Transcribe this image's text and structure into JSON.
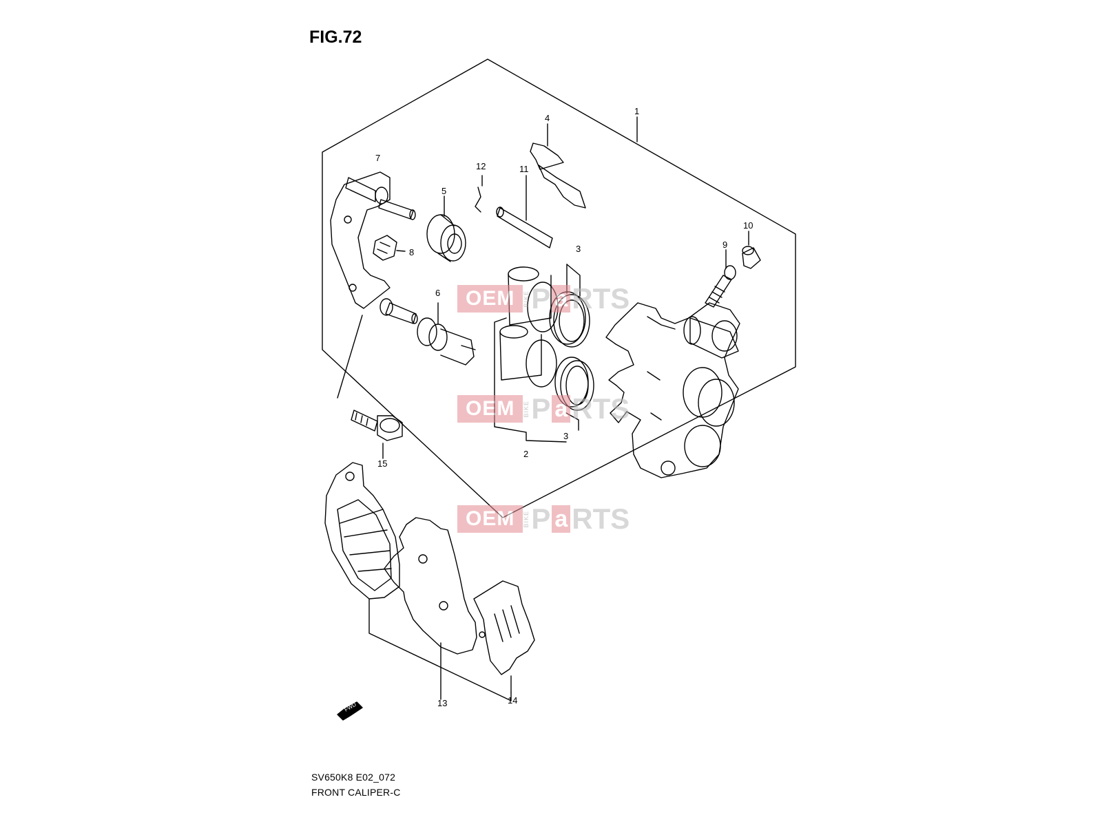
{
  "figure": {
    "title": "FIG.72",
    "code": "SV650K8 E02_072",
    "name": "FRONT CALIPER-C"
  },
  "callouts": [
    "1",
    "2",
    "3",
    "3",
    "3",
    "4",
    "5",
    "6",
    "7",
    "8",
    "9",
    "10",
    "11",
    "12",
    "13",
    "14",
    "15"
  ],
  "fwd_label": "FWD",
  "watermark": {
    "brand_left": "OEM",
    "brand_vertical": "BIKE",
    "brand_p": "P",
    "brand_a": "a",
    "brand_right": "RTS"
  },
  "colors": {
    "line": "#000000",
    "watermark_accent": "#e58b93",
    "watermark_gray": "#b9b9b9"
  }
}
